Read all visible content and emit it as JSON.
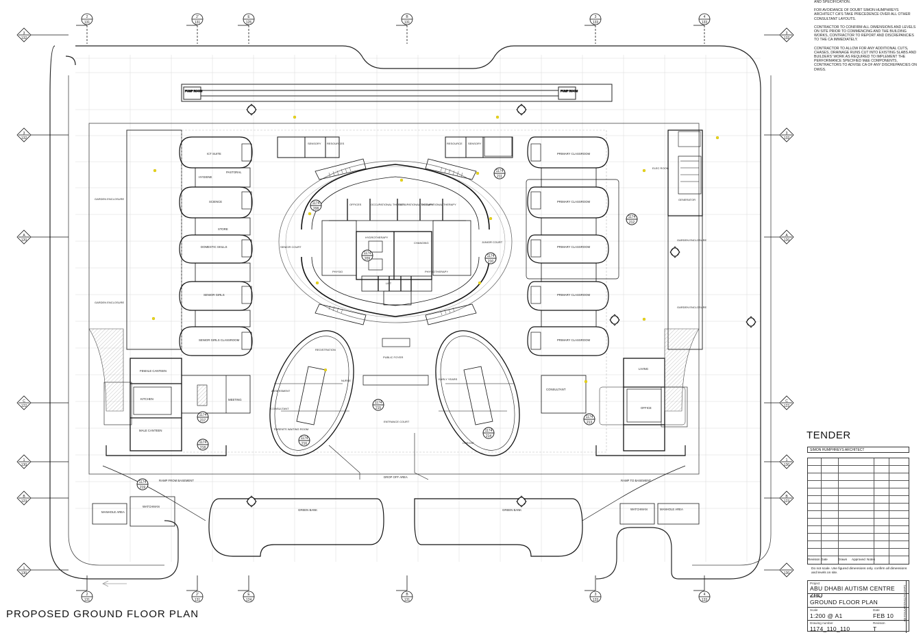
{
  "drawing_title": "PROPOSED GROUND FLOOR PLAN",
  "notes": [
    "AND SPECIFICATION.",
    "FOR AVOIDANCE OF DOUBT SIMON HUMPHREYS ARCHITECT CA'S TAKE PRECEDENCE OVER ALL OTHER CONSULTANT LAYOUTS.",
    "CONTRACTOR TO CONFIRM ALL DIMENSIONS AND LEVELS ON SITE PRIOR TO COMMENCING AND THE BUILDING WORKS, CONTRACTOR TO REPORT AND DISCREPANCIES TO THE CA IMMEDIATELY.",
    "CONTRACTOR TO ALLOW FOR ANY ADDITIONAL CUTS, CHASES, DRAINAGE RUNS CUT INTO EXISTING SLABS AND BUILDERS' WORK AS REQUIRED TO IMPLEMENT THE PERFORMANCE SPECIFIED M&E COMPONENTS, CONTRACTORS TO ADVISE CA OF ANY DISCREPANCIES ON DWGS."
  ],
  "title_block": {
    "status": "TENDER",
    "firm": "SIMON HUMPHREYS ARCHITECT",
    "revision_headers": [
      "Revision",
      "Date",
      "Drawn",
      "Approved",
      "Notes"
    ],
    "disclaimer": "Do not scale. Use figured dimensions only. confirm all dimensions and levels on site.",
    "project_label": "Project",
    "project": "ABU DHABI AUTISM CENTRE ZHO",
    "drawing_label": "Drawing",
    "drawing": "GROUND FLOOR PLAN",
    "scale_label": "Scale",
    "scale": "1:200 @ A1",
    "date_label": "Date",
    "date": "FEB 10",
    "number_label": "Drawing number",
    "number": "1174_110_110",
    "revision_label": "Revision",
    "revision": "T",
    "strip": "AB INSULATION/1174_GF/P2"
  },
  "grid_markers": {
    "top": [
      {
        "id": "2",
        "ref": "131"
      },
      {
        "id": "2'",
        "ref": "131"
      },
      {
        "id": "E",
        "ref": "125"
      },
      {
        "id": "B",
        "ref": "131"
      },
      {
        "id": "3",
        "ref": "133"
      },
      {
        "id": "4",
        "ref": "133"
      }
    ],
    "bottom": [
      {
        "id": "2",
        "ref": "131"
      },
      {
        "id": "2'",
        "ref": "131"
      },
      {
        "id": "E",
        "ref": "124"
      },
      {
        "id": "B",
        "ref": "131"
      },
      {
        "id": "3",
        "ref": "133"
      },
      {
        "id": "4",
        "ref": "133"
      }
    ],
    "left": [
      {
        "id": "3",
        "ref": "132"
      },
      {
        "id": "3",
        "ref": "132"
      },
      {
        "id": "A",
        "ref": "120"
      },
      {
        "id": "C",
        "ref": "122"
      },
      {
        "id": "1",
        "ref": "130"
      },
      {
        "id": "B",
        "ref": "123"
      },
      {
        "id": "1",
        "ref": "130"
      }
    ],
    "right": [
      {
        "id": "3",
        "ref": "132"
      },
      {
        "id": "3",
        "ref": "132"
      },
      {
        "id": "A",
        "ref": "120"
      },
      {
        "id": "C",
        "ref": "122"
      },
      {
        "id": "1",
        "ref": "130"
      },
      {
        "id": "B",
        "ref": "123"
      },
      {
        "id": "",
        "ref": "130"
      }
    ]
  },
  "rooms": {
    "pump_room_left": "PUMP ROOM",
    "pump_room_right": "PUMP ROOM",
    "ict_suite": "ICT SUITE",
    "science": "SCIENCE",
    "domestic_skills": "DOMESTIC SKILLS",
    "senior_girls": "SENIOR GIRLS",
    "senior_girls_class": "SENIOR GIRLS CLASSROOM",
    "primary_class_1": "PRIMARY CLASSROOM",
    "primary_class_2": "PRIMARY CLASSROOM",
    "primary_class_3": "PRIMARY CLASSROOM",
    "primary_class_4": "PRIMARY CLASSROOM",
    "primary_class_5": "PRIMARY CLASSROOM",
    "sensory": "SENSORY",
    "resources": "RESOURCES",
    "resource_r": "RESOURCE",
    "sensory_r": "SENSORY",
    "pastoral": "PASTORAL",
    "store": "STORE",
    "hygiene": "HYGIENE",
    "offices": "OFFICES",
    "occ_therapy_1": "OCCUPATIONAL THERAPY",
    "occ_therapy_2": "OCCUPATIONAL THERAPY",
    "occ_therapy_3": "OCCUPATIONAL THERAPY",
    "hydrotherapy": "HYDROTHERAPY",
    "changing": "CHANGING",
    "physio": "PHYSIO",
    "physiotherapy": "PHYSIOTHERAPY",
    "junior_court": "JUNIOR COURT",
    "senior_court": "SENIOR COURT",
    "lift": "LIFT",
    "public_foyer": "PUBLIC FOYER",
    "entrance_court": "ENTRANCE COURT",
    "registration": "REGISTRATION",
    "assessment": "ASSESSMENT",
    "nurse": "NURSE",
    "consultant": "CONSULTANT",
    "parents_waiting": "PARENTS WAITING ROOM",
    "early_years": "EARLY YEARS",
    "creche": "CRECHE",
    "female_canteen": "FEMALE CANTEEN",
    "male_canteen": "MALE CANTEEN",
    "kitchen": "KITCHEN",
    "meeting": "MEETING",
    "living": "LIVING",
    "office": "OFFICE",
    "garden_enclosure_1": "GARDEN ENCLOSURE",
    "garden_enclosure_2": "GARDEN ENCLOSURE",
    "garden_enclosure_3": "GARDEN ENCLOSURE",
    "garden_enclosure_4": "GARDEN ENCLOSURE",
    "generator": "GENERATOR",
    "elec_room": "ELEC ROOM",
    "drop_off": "DROP OFF AREA",
    "green_bank_1": "GREEN BANK",
    "green_bank_2": "GREEN BANK",
    "watchman_1": "WATCHMAN",
    "watchman_2": "WATCHMAN",
    "manhole_1": "MANHOLE AREA",
    "manhole_2": "MANHOLE AREA",
    "ramp_left": "RAMP FROM BASEMENT",
    "ramp_right": "RAMP TO BASEMENT"
  },
  "section_tags": [
    {
      "n": "1174",
      "ref": "211"
    },
    {
      "n": "1174",
      "ref": "208"
    },
    {
      "n": "1174",
      "ref": "212"
    },
    {
      "n": "1174",
      "ref": "209"
    },
    {
      "n": "1174",
      "ref": "210"
    },
    {
      "n": "1174",
      "ref": "215"
    },
    {
      "n": "1174",
      "ref": "216"
    },
    {
      "n": "1174",
      "ref": "214"
    },
    {
      "n": "1174",
      "ref": "217"
    },
    {
      "n": "1174",
      "ref": "213"
    },
    {
      "n": "1174",
      "ref": "218"
    },
    {
      "n": "1174",
      "ref": "219"
    }
  ]
}
